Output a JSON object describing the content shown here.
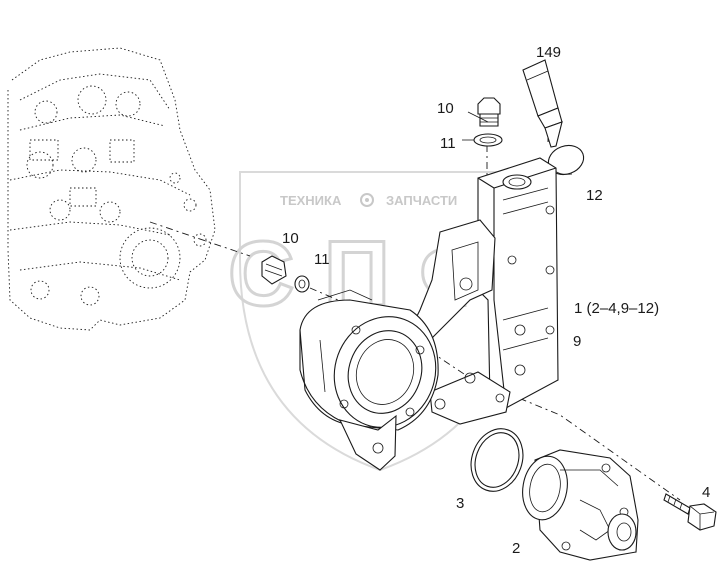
{
  "watermark": {
    "brand_left": "ТЕХНИКА",
    "brand_right": "ЗАПЧАСТИ",
    "big_letters": "СПФ"
  },
  "labels": {
    "l149": "149",
    "l10_top": "10",
    "l11_top": "11",
    "l12": "12",
    "l10_mid": "10",
    "l11_mid": "11",
    "l1": "1  (2–4,9–12)",
    "l9": "9",
    "l3": "3",
    "l2": "2",
    "l4": "4"
  },
  "colors": {
    "line": "#1a1a1a",
    "watermark": "#c8c8c8"
  }
}
